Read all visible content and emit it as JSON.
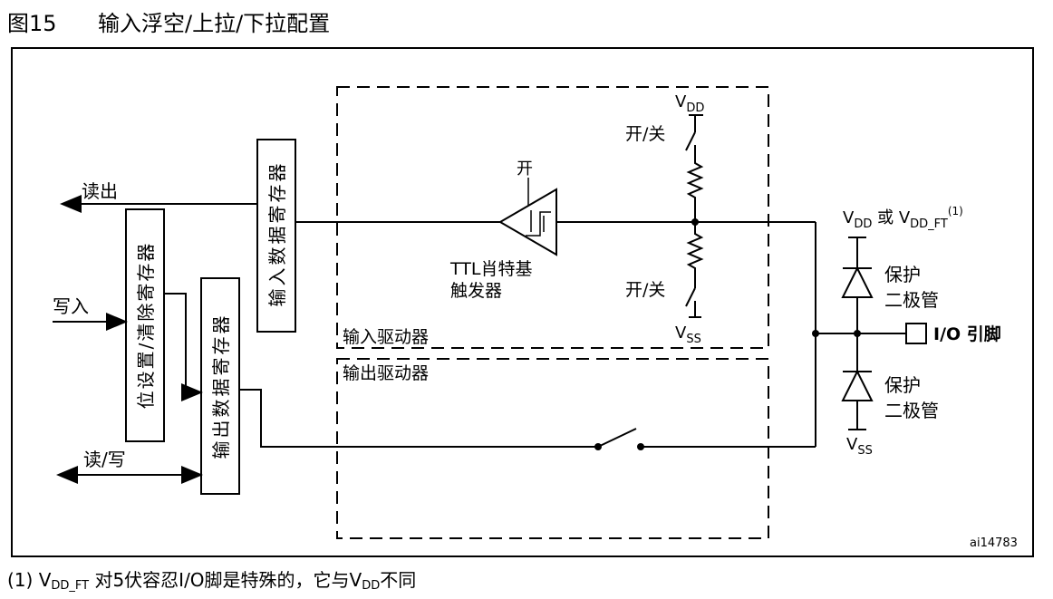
{
  "title": {
    "figure": "图15",
    "caption": "输入浮空/上拉/下拉配置"
  },
  "labels": {
    "read_out": "读出",
    "write_in": "写入",
    "read_write": "读/写",
    "input_data_register": "输入数据寄存器",
    "bit_set_reset_register": "位设置/清除寄存器",
    "output_data_register": "输出数据寄存器",
    "on_label": "开",
    "on_off_top": "开/关",
    "on_off_bottom": "开/关",
    "schmitt_line1": "TTL肖特基",
    "schmitt_line2": "触发器",
    "input_driver": "输入驱动器",
    "output_driver": "输出驱动器",
    "vdd_v": "V",
    "vdd_sub": "DD",
    "vss_v": "V",
    "vss_sub": "SS",
    "vdd_ft_v1": "V",
    "vdd_ft_sub1": "DD",
    "vdd_ft_or": " 或 ",
    "vdd_ft_v2": "V",
    "vdd_ft_sub2": "DD_FT",
    "vdd_ft_sup": "(1)",
    "protect_diode_top_1": "保护",
    "protect_diode_top_2": "二极管",
    "protect_diode_bottom_1": "保护",
    "protect_diode_bottom_2": "二极管",
    "vss2_v": "V",
    "vss2_sub": "SS",
    "io_pin": "I/O 引脚",
    "ref_id": "ai14783"
  },
  "footnote": {
    "prefix": "(1) V",
    "sub1": "DD_FT",
    "mid": " 对5伏容忍I/O脚是特殊的，它与V",
    "sub2": "DD",
    "suffix": "不同"
  }
}
